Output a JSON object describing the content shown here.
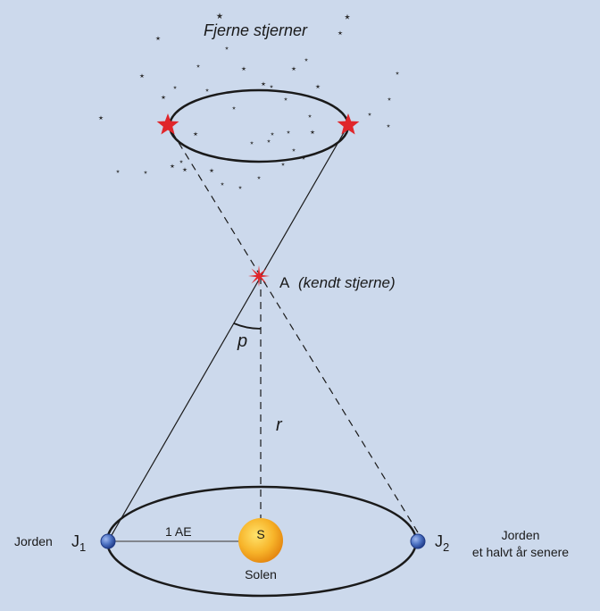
{
  "labels": {
    "distant_stars": "Fjerne stjerner",
    "star_a": "A",
    "star_a_desc": "(kendt stjerne)",
    "parallax_angle": "p",
    "distance": "r",
    "earth_left": "Jorden",
    "j1_letter": "J",
    "j1_sub": "1",
    "j2_letter": "J",
    "j2_sub": "2",
    "earth_right_line1": "Jorden",
    "earth_right_line2": "et halvt år senere",
    "au": "1 AE",
    "sun_letter": "S",
    "sun_name": "Solen"
  },
  "colors": {
    "background": "#ccd9ec",
    "red_star": "#e0262b",
    "earth": "#3f63b5",
    "sun": "#f5a11a",
    "line": "#1a1a1a"
  }
}
